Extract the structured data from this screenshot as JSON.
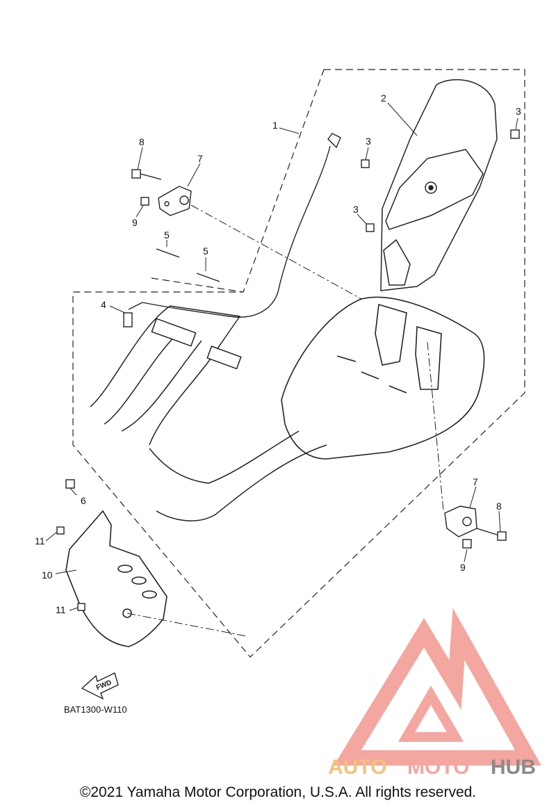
{
  "diagram": {
    "callouts": [
      {
        "id": "c1",
        "text": "1"
      },
      {
        "id": "c2",
        "text": "2"
      },
      {
        "id": "c3a",
        "text": "3"
      },
      {
        "id": "c3b",
        "text": "3"
      },
      {
        "id": "c3c",
        "text": "3"
      },
      {
        "id": "c4",
        "text": "4"
      },
      {
        "id": "c5a",
        "text": "5"
      },
      {
        "id": "c5b",
        "text": "5"
      },
      {
        "id": "c6",
        "text": "6"
      },
      {
        "id": "c7a",
        "text": "7"
      },
      {
        "id": "c7b",
        "text": "7"
      },
      {
        "id": "c8a",
        "text": "8"
      },
      {
        "id": "c8b",
        "text": "8"
      },
      {
        "id": "c9a",
        "text": "9"
      },
      {
        "id": "c9b",
        "text": "9"
      },
      {
        "id": "c10",
        "text": "10"
      },
      {
        "id": "c11a",
        "text": "11"
      },
      {
        "id": "c11b",
        "text": "11"
      }
    ],
    "fwd_label": "FWD",
    "drawing_code": "BAT1300-W110"
  },
  "watermark": {
    "part1": "AUTO",
    "part2": "MOTO",
    "part3": "HUB",
    "colors": {
      "auto": "#f4c27a",
      "moto": "#f4a6a0",
      "hub": "#8a8a8a",
      "logo": "#f4a6a0"
    }
  },
  "footer": {
    "copyright": "©2021 Yamaha Motor Corporation, U.S.A. All rights reserved."
  }
}
